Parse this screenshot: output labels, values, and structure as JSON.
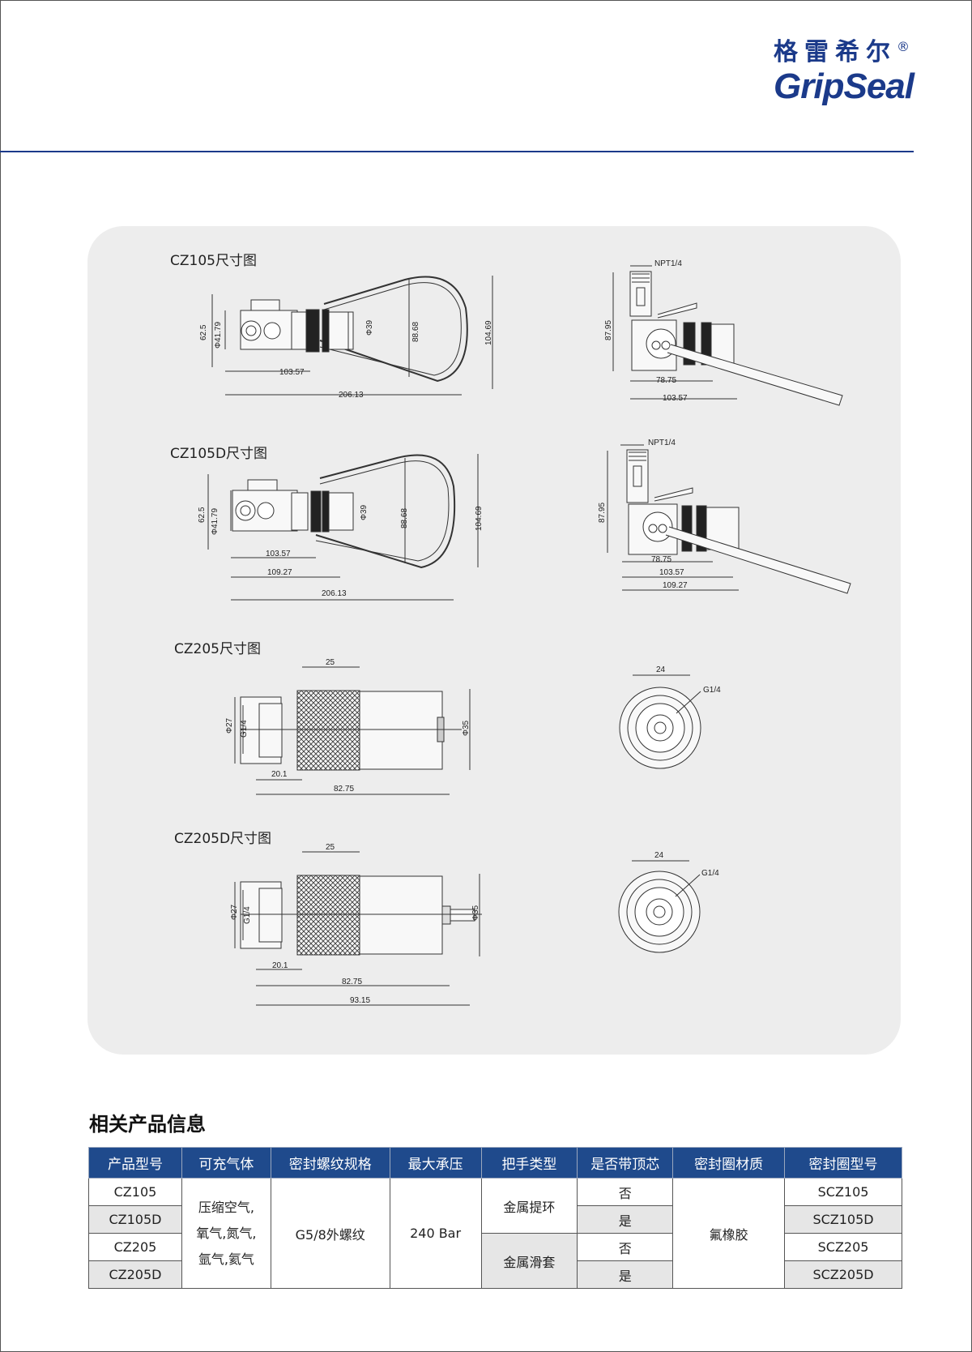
{
  "brand": {
    "cn": "格雷希尔",
    "reg": "®",
    "en": "GripSeal",
    "color": "#1b3a8a"
  },
  "sections": [
    {
      "title": "CZ105尺寸图",
      "dims_left": [
        "62.5",
        "Φ41.79",
        "Φ39",
        "88.68",
        "104.69",
        "103.57",
        "206.13"
      ],
      "dims_right": [
        "NPT1/4",
        "87.95",
        "78.75",
        "103.57"
      ]
    },
    {
      "title": "CZ105D尺寸图",
      "dims_left": [
        "62.5",
        "Φ41.79",
        "Φ39",
        "88.68",
        "104.69",
        "103.57",
        "109.27",
        "206.13"
      ],
      "dims_right": [
        "NPT1/4",
        "87.95",
        "78.75",
        "103.57",
        "109.27"
      ]
    },
    {
      "title": "CZ205尺寸图",
      "dims_left": [
        "25",
        "Φ27",
        "G1/4",
        "Φ35",
        "20.1",
        "82.75"
      ],
      "dims_right": [
        "24",
        "G1/4"
      ]
    },
    {
      "title": "CZ205D尺寸图",
      "dims_left": [
        "25",
        "Φ27",
        "G1/4",
        "Φ35",
        "20.1",
        "82.75",
        "93.15"
      ],
      "dims_right": [
        "24",
        "G1/4"
      ]
    }
  ],
  "info": {
    "title": "相关产品信息",
    "headers": [
      "产品型号",
      "可充气体",
      "密封螺纹规格",
      "最大承压",
      "把手类型",
      "是否带顶芯",
      "密封圈材质",
      "密封圈型号"
    ],
    "models": [
      "CZ105",
      "CZ105D",
      "CZ205",
      "CZ205D"
    ],
    "gas_lines": [
      "压缩空气,",
      "氧气,氮气,",
      "氩气,氦气"
    ],
    "thread": "G5/8外螺纹",
    "pressure": "240 Bar",
    "handles": [
      "金属提环",
      "金属滑套"
    ],
    "core": [
      "否",
      "是",
      "否",
      "是"
    ],
    "material": "氟橡胶",
    "seals": [
      "SCZ105",
      "SCZ105D",
      "SCZ205",
      "SCZ205D"
    ]
  }
}
